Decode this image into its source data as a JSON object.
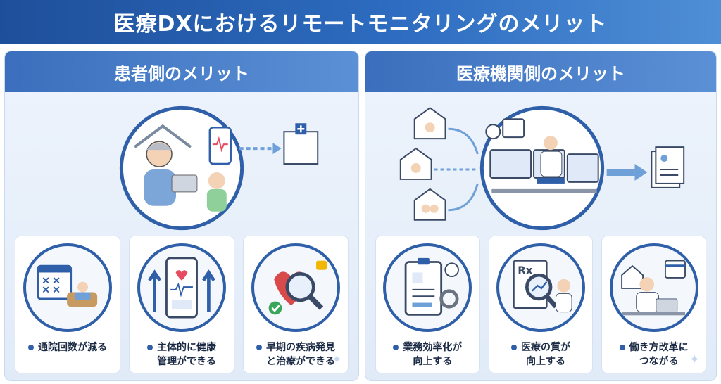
{
  "title": "医療DXにおけるリモートモニタリングのメリット",
  "patient": {
    "heading": "患者側のメリット",
    "cards": [
      {
        "lines": [
          "通院回数が減る"
        ],
        "icon": "calendar-sofa-icon"
      },
      {
        "lines": [
          "主体的に健康",
          "管理ができる"
        ],
        "icon": "smartphone-health-icon"
      },
      {
        "lines": [
          "早期の疾病発見",
          "と治療ができる"
        ],
        "icon": "heart-magnifier-icon"
      }
    ]
  },
  "provider": {
    "heading": "医療機関側のメリット",
    "cards": [
      {
        "lines": [
          "業務効率化が",
          "向上する"
        ],
        "icon": "clipboard-gear-icon"
      },
      {
        "lines": [
          "医療の質が",
          "向上する"
        ],
        "icon": "rx-doctor-icon"
      },
      {
        "lines": [
          "働き方改革に",
          "つながる"
        ],
        "icon": "doctor-laptop-icon"
      }
    ]
  },
  "colors": {
    "primary": "#2f5fa8",
    "accent": "#e84a5f",
    "light": "#eef4fc"
  }
}
